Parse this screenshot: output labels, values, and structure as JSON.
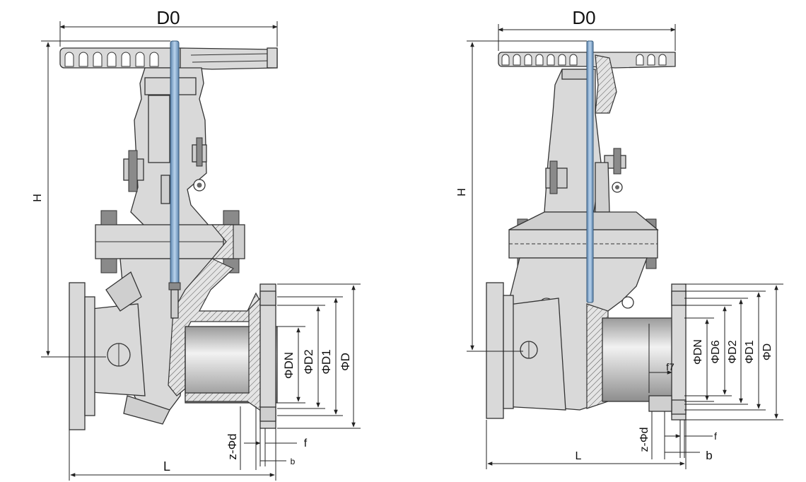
{
  "left_drawing": {
    "labels": {
      "D0": "D0",
      "H": "H",
      "L": "L",
      "DN": "ΦDN",
      "D2": "ΦD2",
      "D1": "ΦD1",
      "D": "ΦD",
      "zd": "z-Φd",
      "f": "f",
      "b": "b"
    }
  },
  "right_drawing": {
    "labels": {
      "D0": "D0",
      "H": "H",
      "L": "L",
      "f7": "f7",
      "DN": "ΦDN",
      "D6": "ΦD6",
      "D2": "ΦD2",
      "D1": "ΦD1",
      "D": "ΦD",
      "zd": "z-Φd",
      "f": "f",
      "b": "b"
    }
  },
  "colors": {
    "body": "#d9d9d9",
    "stem": "#7fa7cc",
    "lines": "#222222"
  }
}
